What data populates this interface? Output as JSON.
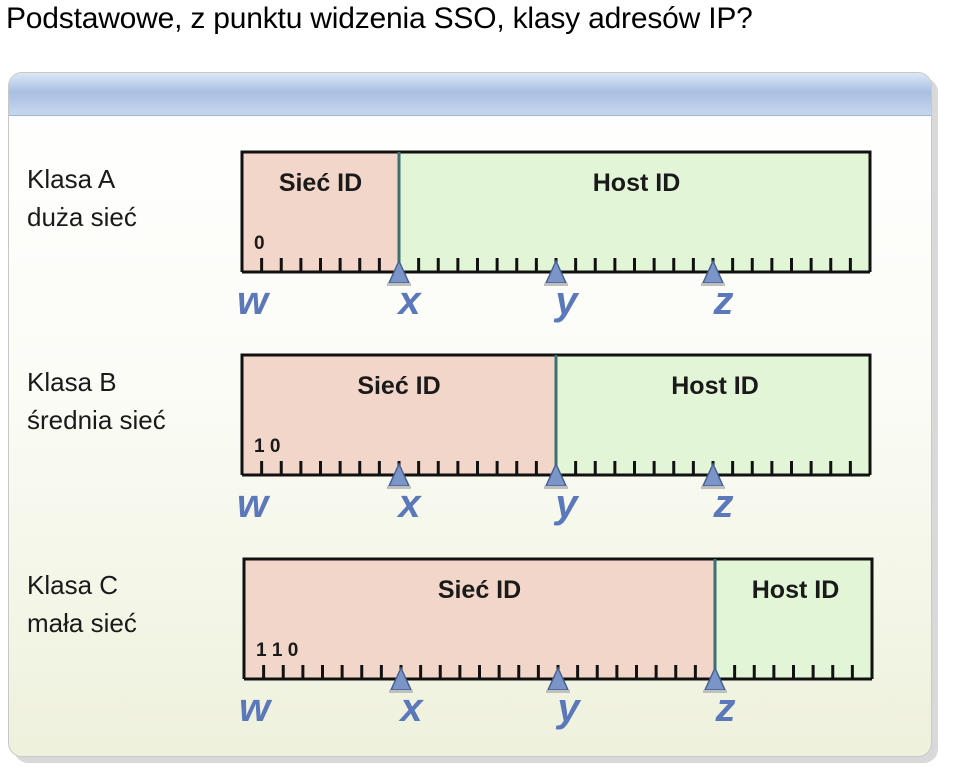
{
  "title": "Podstawowe, z punktu widzenia SSO, klasy adresów  IP?",
  "colors": {
    "network": "#f2d6c9",
    "host": "#e2f5d6",
    "octet_letter": "#5b78bb",
    "marker": "#7c95c8"
  },
  "octet_letters": [
    "w",
    "x",
    "y",
    "z"
  ],
  "classes": [
    {
      "id": "a",
      "name": "Klasa A",
      "size": "duża sieć",
      "prefix": "0",
      "network_octets": 1,
      "network_label": "Sieć ID",
      "host_label": "Host ID"
    },
    {
      "id": "b",
      "name": "Klasa B",
      "size": "średnia sieć",
      "prefix": "1 0",
      "network_octets": 2,
      "network_label": "Sieć ID",
      "host_label": "Host ID"
    },
    {
      "id": "c",
      "name": "Klasa C",
      "size": "mała sieć",
      "prefix": "1 1 0",
      "network_octets": 3,
      "network_label": "Sieć ID",
      "host_label": "Host ID"
    }
  ]
}
